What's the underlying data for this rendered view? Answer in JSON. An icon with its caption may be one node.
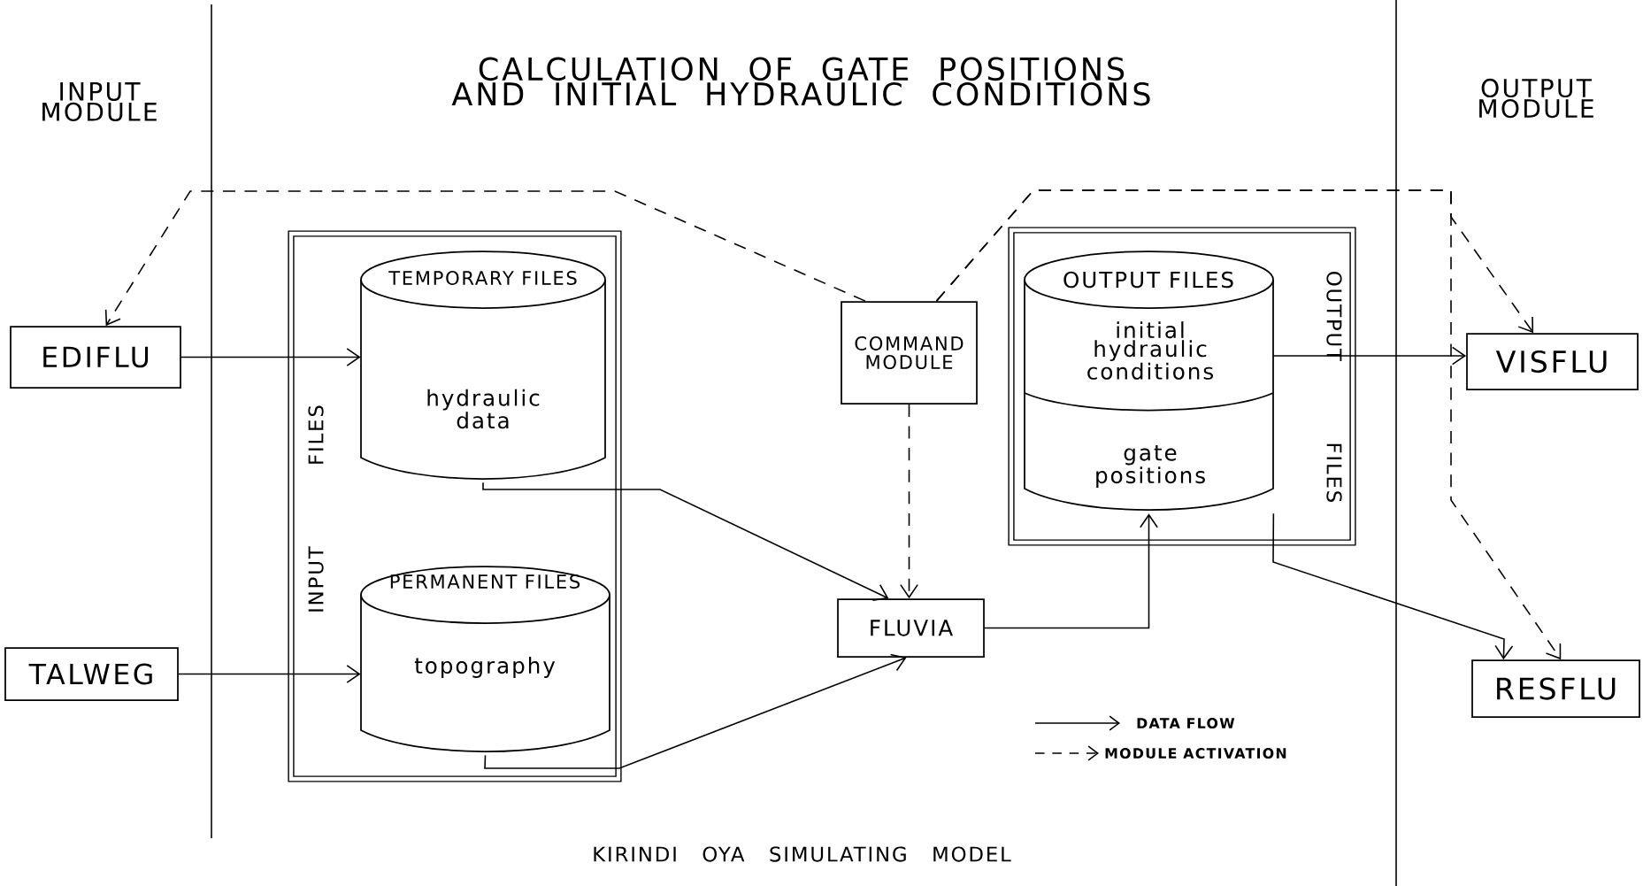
{
  "diagram": {
    "title": "CALCULATION OF GATE POSITIONS AND INITIAL HYDRAULIC CONDITIONS",
    "caption": "KIRINDI OYA SIMULATING MODEL",
    "nodes": [
      {
        "text": [
          "EDIFLU"
        ]
      },
      {
        "text": [
          "TALWEG"
        ]
      },
      {
        "text": [
          "INPUT FILES"
        ]
      },
      {
        "text": [
          "TEMPORARY FILES",
          "hydraulic data"
        ],
        "in": 2
      },
      {
        "text": [
          "PERMANENT FILES",
          "topography"
        ],
        "in": 2
      },
      {
        "text": [
          "COMMAND MODULE"
        ]
      },
      {
        "text": [
          "FLUVIA"
        ]
      },
      {
        "text": [
          "OUTPUT FILES"
        ]
      },
      {
        "text": [
          "OUTPUT FILES",
          "initial hydraulic conditions",
          "gate positions"
        ],
        "in": 7
      },
      {
        "text": [
          "VISFLU"
        ]
      },
      {
        "text": [
          "RESFLU"
        ]
      }
    ],
    "edges": [
      {
        "from": 0,
        "to": 3,
        "arrow": "to"
      },
      {
        "from": 1,
        "to": 4,
        "arrow": "to"
      },
      {
        "from": 3,
        "to": 6,
        "arrow": "to"
      },
      {
        "from": 4,
        "to": 6,
        "arrow": "to"
      },
      {
        "from": 5,
        "to": 6,
        "arrow": "to",
        "style": "dashed"
      },
      {
        "from": 5,
        "to": 0,
        "arrow": "to",
        "style": "dashed"
      },
      {
        "from": 5,
        "to": 9,
        "arrow": "to",
        "style": "dashed"
      },
      {
        "from": 5,
        "to": 10,
        "arrow": "to",
        "style": "dashed"
      },
      {
        "from": 6,
        "to": 8,
        "arrow": "to"
      },
      {
        "from": 8,
        "to": 9,
        "arrow": "to"
      },
      {
        "from": 8,
        "to": 10,
        "arrow": "to"
      }
    ],
    "labels": [
      "INPUT MODULE",
      "OUTPUT MODULE"
    ],
    "legend": [
      {
        "text": "DATA FLOW"
      },
      {
        "text": "MODULE ACTIVATION"
      }
    ]
  }
}
